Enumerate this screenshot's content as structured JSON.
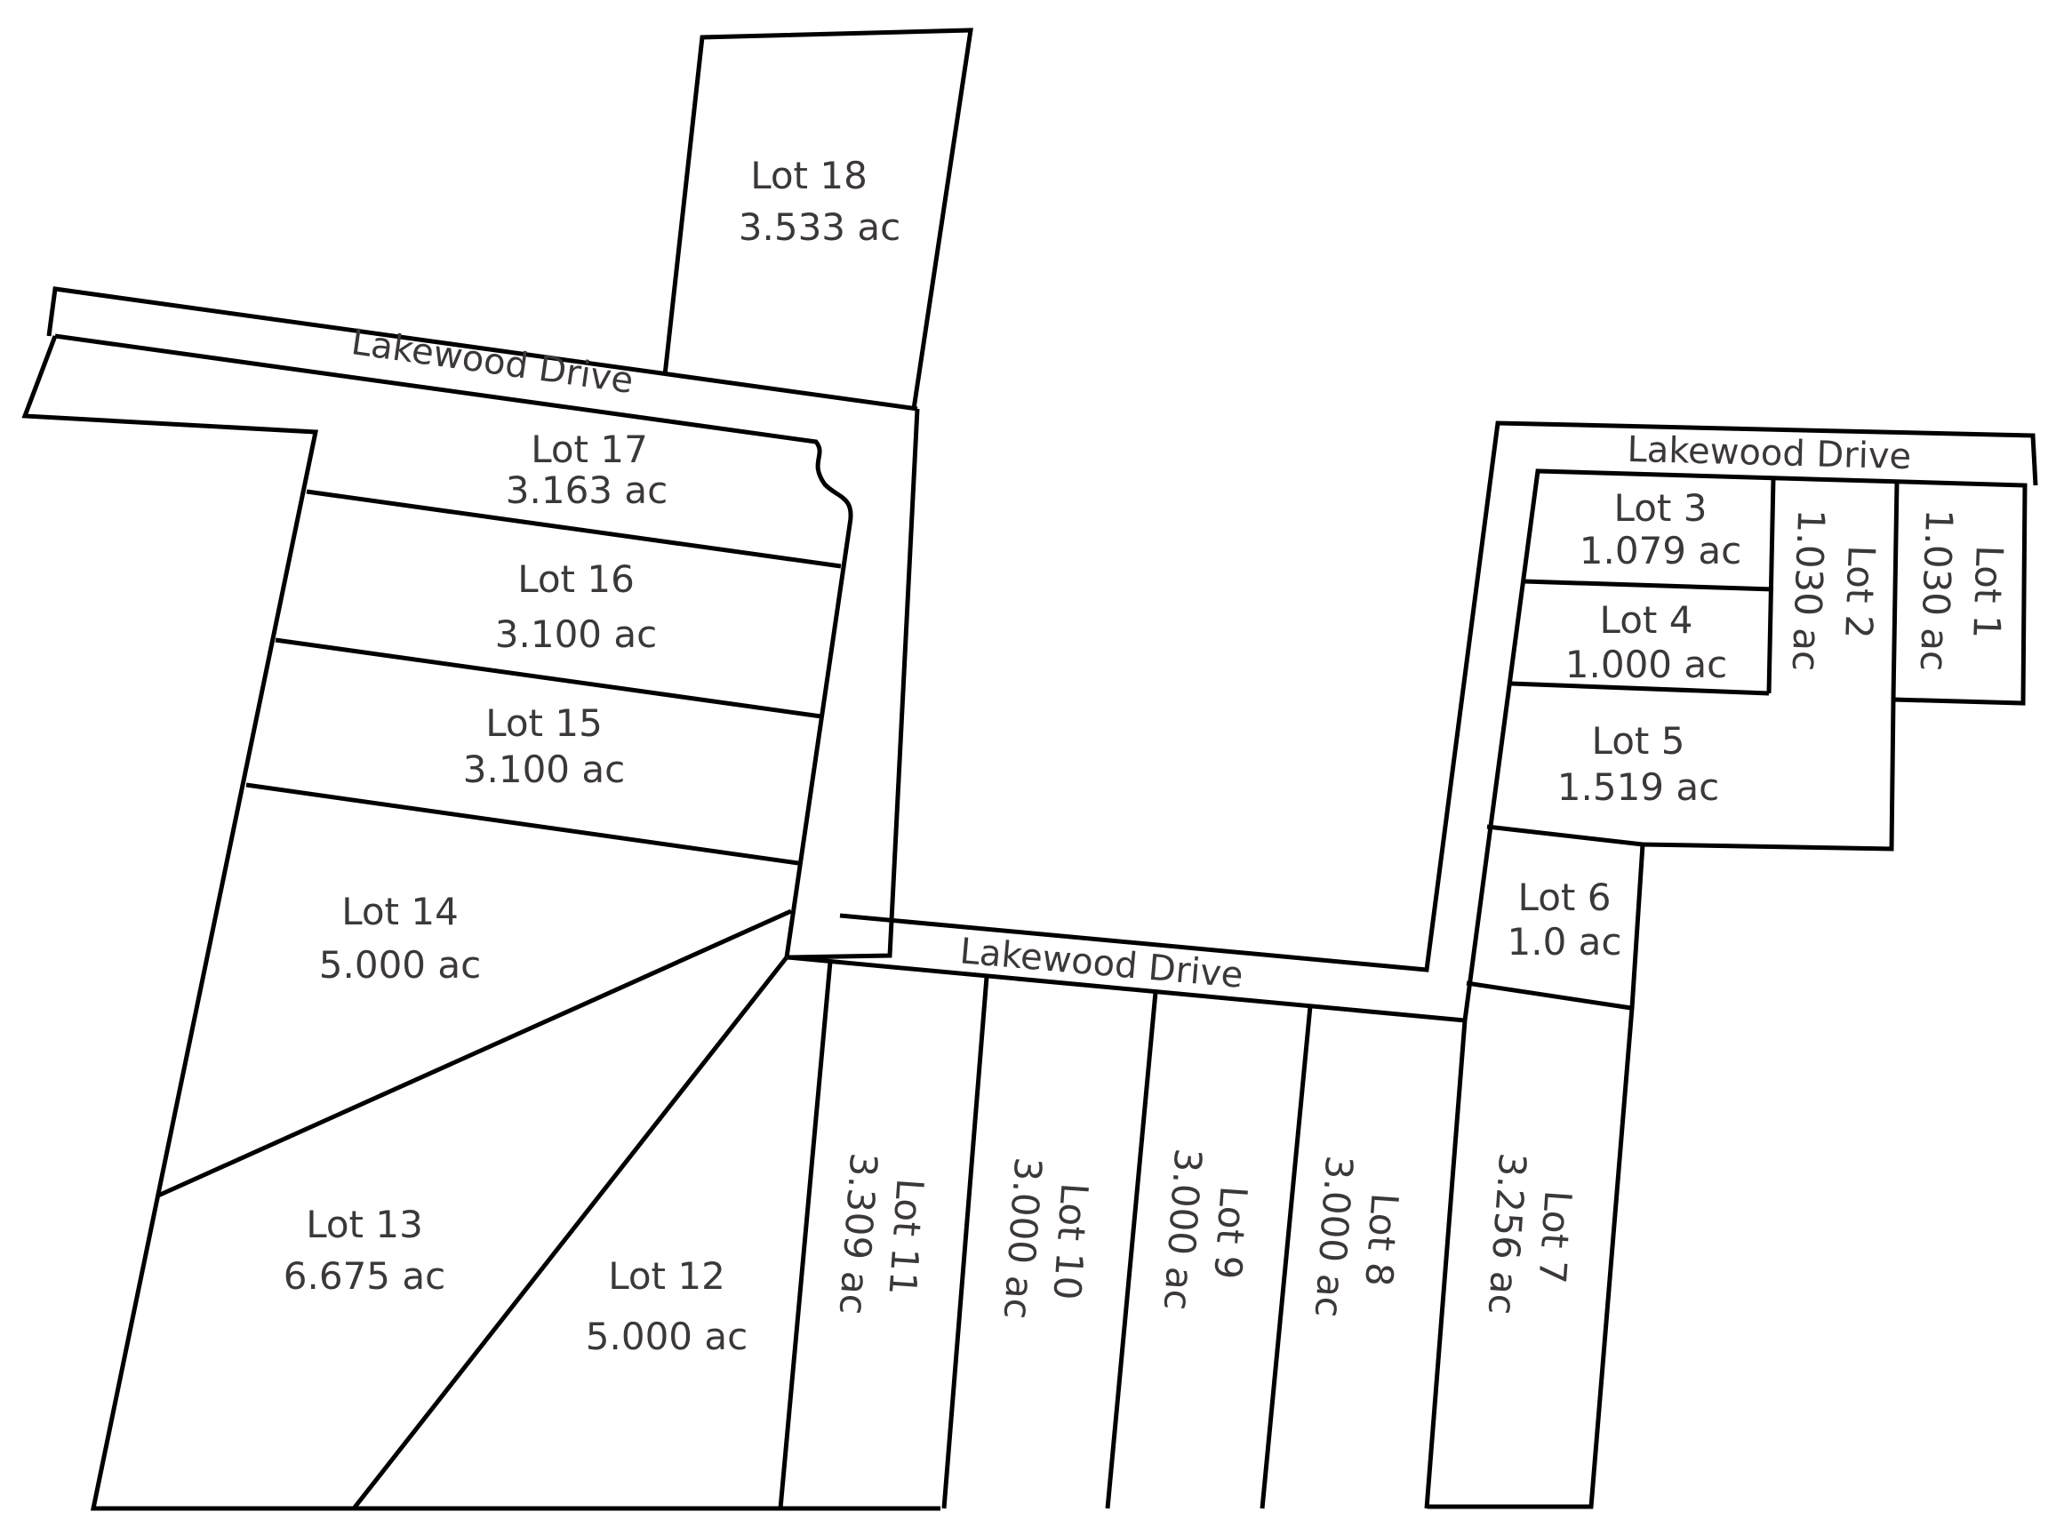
{
  "road_name": "Lakewood Drive",
  "lots": [
    {
      "id": "lot-18",
      "name": "Lot 18",
      "area": "3.533 ac"
    },
    {
      "id": "lot-17",
      "name": "Lot 17",
      "area": "3.163 ac"
    },
    {
      "id": "lot-16",
      "name": "Lot 16",
      "area": "3.100 ac"
    },
    {
      "id": "lot-15",
      "name": "Lot 15",
      "area": "3.100 ac"
    },
    {
      "id": "lot-14",
      "name": "Lot 14",
      "area": "5.000 ac"
    },
    {
      "id": "lot-13",
      "name": "Lot 13",
      "area": "6.675 ac"
    },
    {
      "id": "lot-12",
      "name": "Lot 12",
      "area": "5.000 ac"
    },
    {
      "id": "lot-11",
      "name": "Lot 11",
      "area": "3.309 ac"
    },
    {
      "id": "lot-10",
      "name": "Lot 10",
      "area": "3.000 ac"
    },
    {
      "id": "lot-9",
      "name": "Lot 9",
      "area": "3.000 ac"
    },
    {
      "id": "lot-8",
      "name": "Lot 8",
      "area": "3.000 ac"
    },
    {
      "id": "lot-7",
      "name": "Lot 7",
      "area": "3.256 ac"
    },
    {
      "id": "lot-6",
      "name": "Lot 6",
      "area": "1.0 ac"
    },
    {
      "id": "lot-5",
      "name": "Lot 5",
      "area": "1.519 ac"
    },
    {
      "id": "lot-4",
      "name": "Lot 4",
      "area": "1.000 ac"
    },
    {
      "id": "lot-3",
      "name": "Lot 3",
      "area": "1.079 ac"
    },
    {
      "id": "lot-2",
      "name": "Lot 2",
      "area": "1.030 ac"
    },
    {
      "id": "lot-1",
      "name": "Lot 1",
      "area": "1.030 ac"
    }
  ]
}
